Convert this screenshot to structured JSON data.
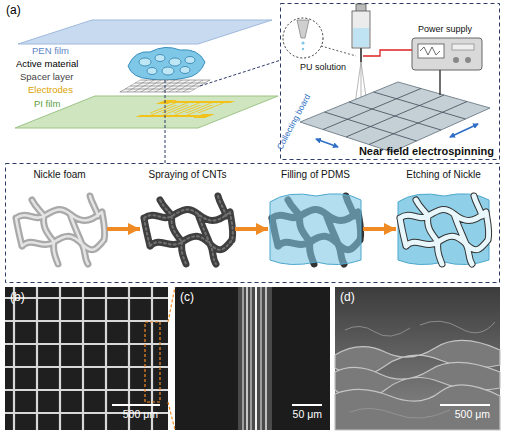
{
  "diagram": {
    "nodes": [
      {
        "text": [
          "Near field electrospinning"
        ]
      },
      {
        "text": [
          "Nickle foam"
        ]
      },
      {
        "text": [
          "Spraying of CNTs"
        ]
      },
      {
        "text": [
          "Filling of PDMS"
        ]
      },
      {
        "text": [
          "Etching of Nickle"
        ]
      },
      {
        "text": [
          "(b)",
          "500 μm"
        ]
      },
      {
        "text": [
          "(c)",
          "50 μm"
        ]
      },
      {
        "text": [
          "(d)",
          "500 μm"
        ]
      }
    ],
    "edges": [
      {
        "from": 1,
        "to": 2,
        "arrow": "to"
      },
      {
        "from": 2,
        "to": 3,
        "arrow": "to"
      },
      {
        "from": 3,
        "to": 4,
        "arrow": "to"
      },
      {
        "from": 5,
        "to": 6,
        "arrow": "none"
      }
    ],
    "labels": [
      "(a)",
      "PEN film",
      "Active material",
      "Spacer layer",
      "Electrodes",
      "PI film",
      "PU solution",
      "Power supply",
      "Collecting board"
    ]
  }
}
